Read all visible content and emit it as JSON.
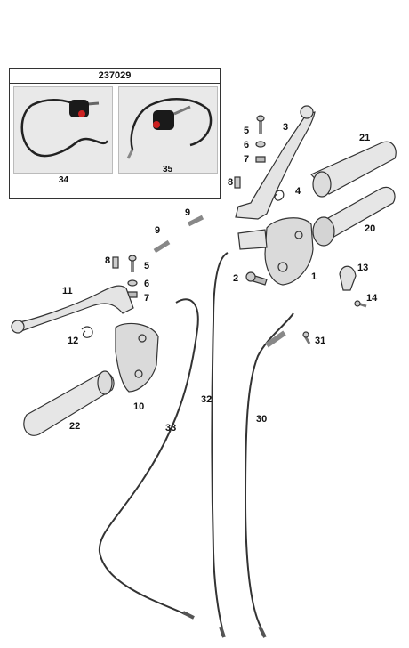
{
  "kit_box": {
    "code": "237029",
    "photo_left_label": "34",
    "photo_right_label": "35"
  },
  "callouts": [
    {
      "id": "c1",
      "text": "1"
    },
    {
      "id": "c2",
      "text": "2"
    },
    {
      "id": "c3",
      "text": "3"
    },
    {
      "id": "c4",
      "text": "4"
    },
    {
      "id": "c5a",
      "text": "5"
    },
    {
      "id": "c5b",
      "text": "5"
    },
    {
      "id": "c6a",
      "text": "6"
    },
    {
      "id": "c6b",
      "text": "6"
    },
    {
      "id": "c7a",
      "text": "7"
    },
    {
      "id": "c7b",
      "text": "7"
    },
    {
      "id": "c8a",
      "text": "8"
    },
    {
      "id": "c8b",
      "text": "8"
    },
    {
      "id": "c9a",
      "text": "9"
    },
    {
      "id": "c9b",
      "text": "9"
    },
    {
      "id": "c10",
      "text": "10"
    },
    {
      "id": "c11",
      "text": "11"
    },
    {
      "id": "c12",
      "text": "12"
    },
    {
      "id": "c13",
      "text": "13"
    },
    {
      "id": "c14",
      "text": "14"
    },
    {
      "id": "c20",
      "text": "20"
    },
    {
      "id": "c21",
      "text": "21"
    },
    {
      "id": "c22",
      "text": "22"
    },
    {
      "id": "c30",
      "text": "30"
    },
    {
      "id": "c31",
      "text": "31"
    },
    {
      "id": "c32",
      "text": "32"
    },
    {
      "id": "c33",
      "text": "33"
    }
  ],
  "colors": {
    "line": "#333333",
    "part_fill": "#d8d8d8",
    "part_dark": "#9a9a9a",
    "switch_red": "#cc2222"
  }
}
